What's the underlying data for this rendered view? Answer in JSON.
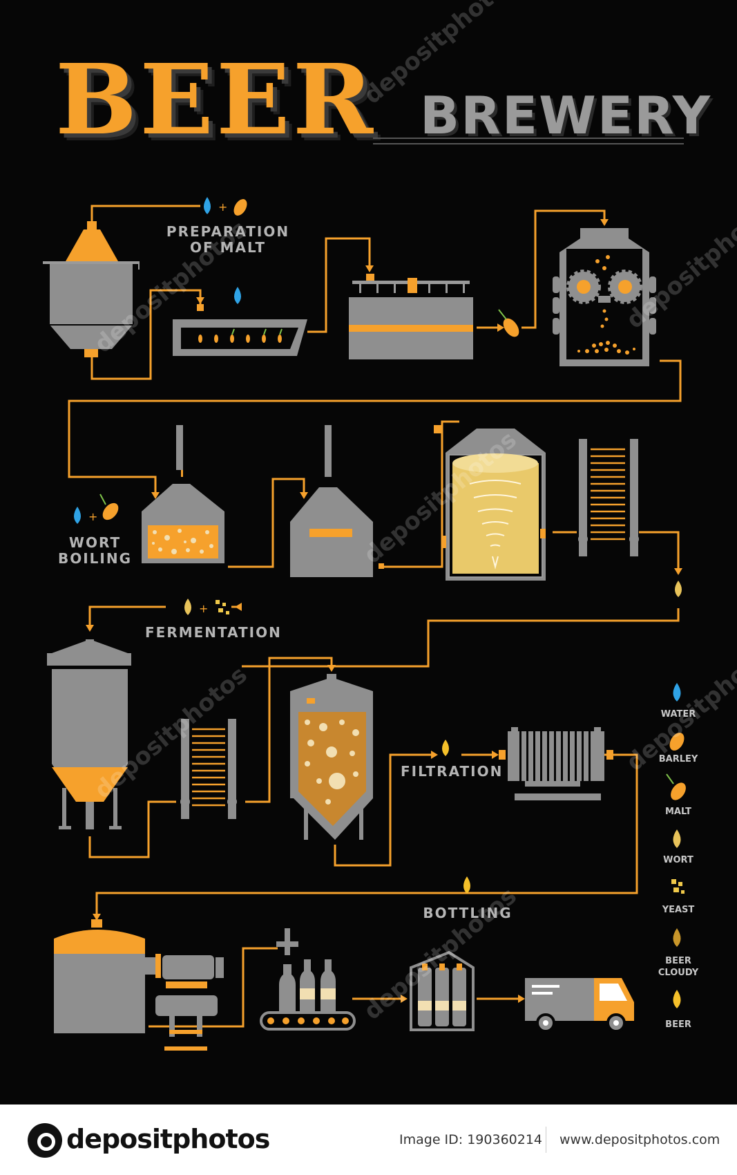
{
  "title": {
    "main": "BEER",
    "secondary": "BREWERY"
  },
  "steps": {
    "preparation": [
      "PREPARATION",
      "OF MALT"
    ],
    "wort_boiling": [
      "WORT",
      "BOILING"
    ],
    "fermentation": "FERMENTATION",
    "filtration": "FILTRATION",
    "bottling": "BOTTLING"
  },
  "legend": {
    "items": [
      {
        "label": "WATER",
        "icon": "water-drop-icon",
        "color": "#2fa3e6"
      },
      {
        "label": "BARLEY",
        "icon": "barley-grain-icon",
        "color": "#f6a12c"
      },
      {
        "label": "MALT",
        "icon": "malt-sprout-icon",
        "color": "#f6a12c"
      },
      {
        "label": "WORT",
        "icon": "wort-drop-icon",
        "color": "#e8c35a"
      },
      {
        "label": "YEAST",
        "icon": "yeast-icon",
        "color": "#f0c94a"
      },
      {
        "label": "BEER CLOUDY",
        "icon": "cloudy-beer-drop-icon",
        "color": "#c8962a"
      },
      {
        "label": "BEER",
        "icon": "beer-drop-icon",
        "color": "#f5c02a"
      }
    ]
  },
  "colors": {
    "background": "#060606",
    "accent": "#f6a12c",
    "metal": "#8f8f8f",
    "water": "#2fa3e6",
    "beer": "#e9c96a"
  },
  "watermark": "depositphotos",
  "footer": {
    "logo": "depositphotos",
    "image_id": "Image ID: 190360214",
    "url": "www.depositphotos.com"
  }
}
